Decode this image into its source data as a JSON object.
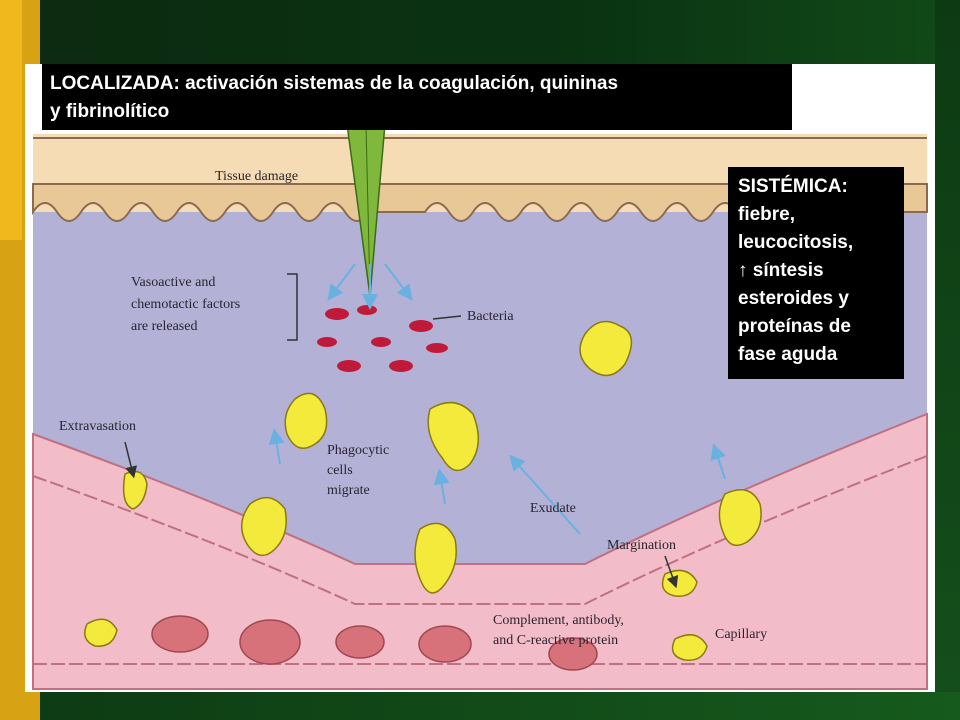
{
  "banner_localized": {
    "line1": "LOCALIZADA:  activación sistemas de la coagulación, quininas",
    "line2": "y fibrinolítico"
  },
  "systemic_box": {
    "lines": [
      "SISTÉMICA:",
      "fiebre,",
      "leucocitosis,",
      "síntesis",
      "esteroides y",
      "proteínas de",
      "fase aguda"
    ],
    "arrow_icon": "up-arrow-icon"
  },
  "diagram_labels": {
    "tissue_damage": "Tissue damage",
    "vasoactive": [
      "Vasoactive and",
      "chemotactic factors",
      "are released"
    ],
    "bacteria": "Bacteria",
    "extravasation": "Extravasation",
    "phagocytic": [
      "Phagocytic",
      "cells",
      "migrate"
    ],
    "exudate": "Exudate",
    "margination": "Margination",
    "complement": [
      "Complement, antibody,",
      "and C-reactive protein"
    ],
    "capillary": "Capillary"
  },
  "colors": {
    "skin": "#f5dcb4",
    "tissue": "#b3b2d6",
    "capillary": "#f2bcc8",
    "phagocyte": "#f4ea3c",
    "bacteria": "#c01a3a",
    "rbc": "#d8727a",
    "arrow": "#6ab0e0",
    "banner": "#000000",
    "gold_bar": "#d8a215",
    "green_bg": "#0a3a12"
  }
}
